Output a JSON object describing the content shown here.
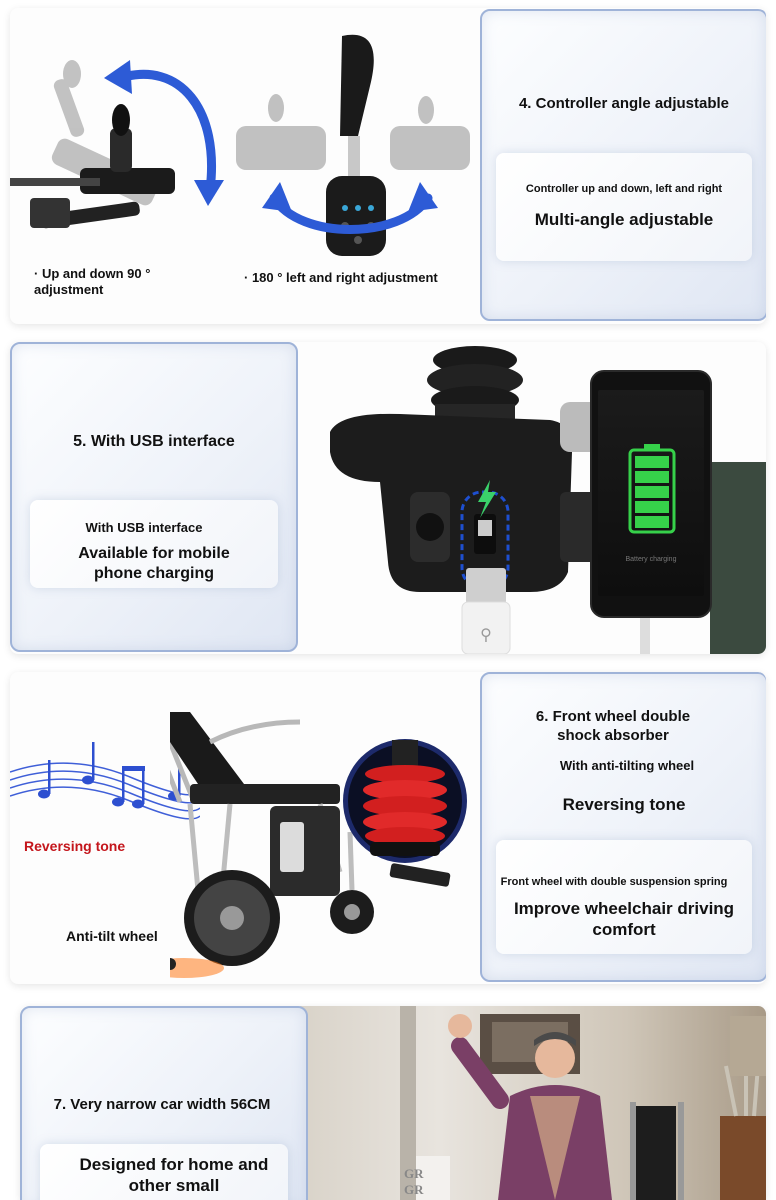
{
  "section4": {
    "title": "4. Controller angle adjustable",
    "sub": "Controller up and down, left and right",
    "headline": "Multi-angle adjustable",
    "caption_left_line1": "· Up and down 90 °",
    "caption_left_line2": "adjustment",
    "caption_mid": "· 180 °   left and right adjustment"
  },
  "section5": {
    "title": "5. With USB interface",
    "sub": "With USB interface",
    "headline_line1": "Available for mobile",
    "headline_line2": "phone charging",
    "phone_status": "Battery charging"
  },
  "section6": {
    "title_line1": "6. Front wheel double",
    "title_line2": "shock absorber",
    "anti_tilt_heading": "With anti-tilting wheel",
    "reversing_heading": "Reversing tone",
    "sub": "Front wheel with double suspension spring",
    "headline_line1": "Improve wheelchair driving",
    "headline_line2": "comfort",
    "label_reversing": "Reversing tone",
    "label_anti_tilt": "Anti-tilt wheel"
  },
  "section7": {
    "title": "7. Very narrow car width 56CM",
    "headline_line1": "Designed for home and",
    "headline_line2": "other small",
    "towel_label_1": "GR",
    "towel_label_2": "GR"
  },
  "colors": {
    "card_border": "#9fb3d8",
    "arrow_blue": "#2d5bd6",
    "accent_red": "#c4161c",
    "battery_green": "#36d14a",
    "usb_blue": "#1e4fd0"
  }
}
